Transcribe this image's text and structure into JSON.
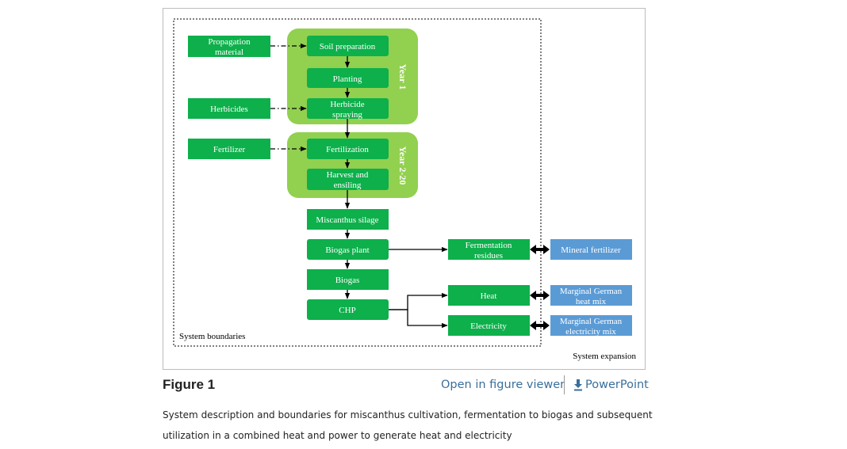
{
  "diagram": {
    "colors": {
      "green_box": "#0db04b",
      "year_panel": "#92d050",
      "blue_box": "#5b9bd5",
      "box_text": "#ffffff"
    },
    "inputs": {
      "propagation_line1": "Propagation",
      "propagation_line2": "material",
      "herbicides": "Herbicides",
      "fertilizer": "Fertilizer"
    },
    "year1": {
      "label": "Year 1",
      "soil_preparation": "Soil preparation",
      "planting": "Planting",
      "spraying_line1": "Herbicide",
      "spraying_line2": "spraying"
    },
    "year2": {
      "label": "Year 2-20",
      "fertilization": "Fertilization",
      "harvest_line1": "Harvest and",
      "harvest_line2": "ensiling"
    },
    "process": {
      "silage": "Miscanthus silage",
      "biogas_plant": "Biogas plant",
      "biogas": "Biogas",
      "chp": "CHP"
    },
    "outputs": {
      "fermentation_line1": "Fermentation",
      "fermentation_line2": "residues",
      "heat": "Heat",
      "electricity": "Electricity"
    },
    "expansion": {
      "mineral_fertilizer": "Mineral fertilizer",
      "heat_mix_line1": "Marginal German",
      "heat_mix_line2": "heat mix",
      "electricity_mix_line1": "Marginal German",
      "electricity_mix_line2": "electricity mix"
    },
    "system_boundaries": "System boundaries",
    "system_expansion": "System expansion"
  },
  "figure": {
    "label": "Figure 1",
    "open_viewer": "Open in figure viewer",
    "powerpoint": "PowerPoint",
    "download_icon": "download-icon",
    "caption_line1": "System description and boundaries for miscanthus cultivation, fermentation to biogas and subsequent",
    "caption_line2": "utilization in a combined heat and power to generate heat and electricity"
  }
}
